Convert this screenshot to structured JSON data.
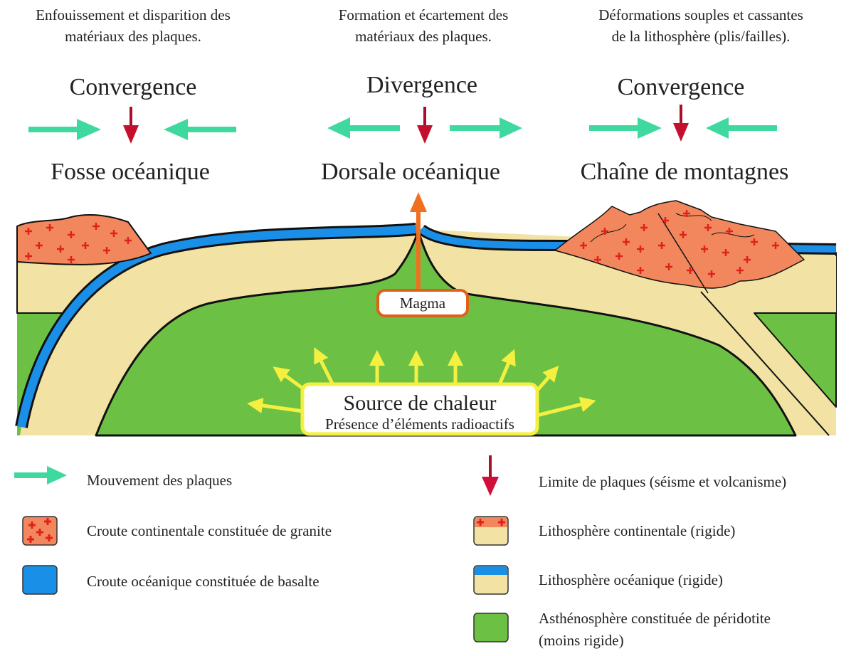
{
  "columns": [
    {
      "description_line1": "Enfouissement et disparition des",
      "description_line2": "matériaux des plaques.",
      "movement": "Convergence",
      "structure": "Fosse océanique"
    },
    {
      "description_line1": "Formation et écartement des",
      "description_line2": "matériaux des plaques.",
      "movement": "Divergence",
      "structure": "Dorsale océanique"
    },
    {
      "description_line1": "Déformations souples et cassantes",
      "description_line2": "de la lithosphère (plis/failles).",
      "movement": "Convergence",
      "structure": "Chaîne de montagnes"
    }
  ],
  "section": {
    "magma_label": "Magma",
    "heat_title": "Source de chaleur",
    "heat_subtitle": "Présence d’éléments radioactifs"
  },
  "legend": {
    "movement": "Mouvement des plaques",
    "boundary": "Limite de plaques (séisme et volcanisme)",
    "continental_crust": "Croute continentale constituée de granite",
    "continental_litho": "Lithosphère continentale (rigide)",
    "oceanic_crust": "Croute océanique constituée de basalte",
    "oceanic_litho": "Lithosphère océanique (rigide)",
    "astheno_line1": "Asthénosphère constituée de péridotite",
    "astheno_line2": "(moins rigide)"
  },
  "colors": {
    "granite": "#f2875e",
    "plus": "#e0201a",
    "basalt": "#1a8fe8",
    "lithosphere": "#f2e3a4",
    "asthenosphere": "#6cc144",
    "movement_arrow": "#3fd9a0",
    "boundary_arrow": "#a8102a",
    "magma_arrow": "#f07020",
    "heat_arrow": "#f5f040"
  }
}
